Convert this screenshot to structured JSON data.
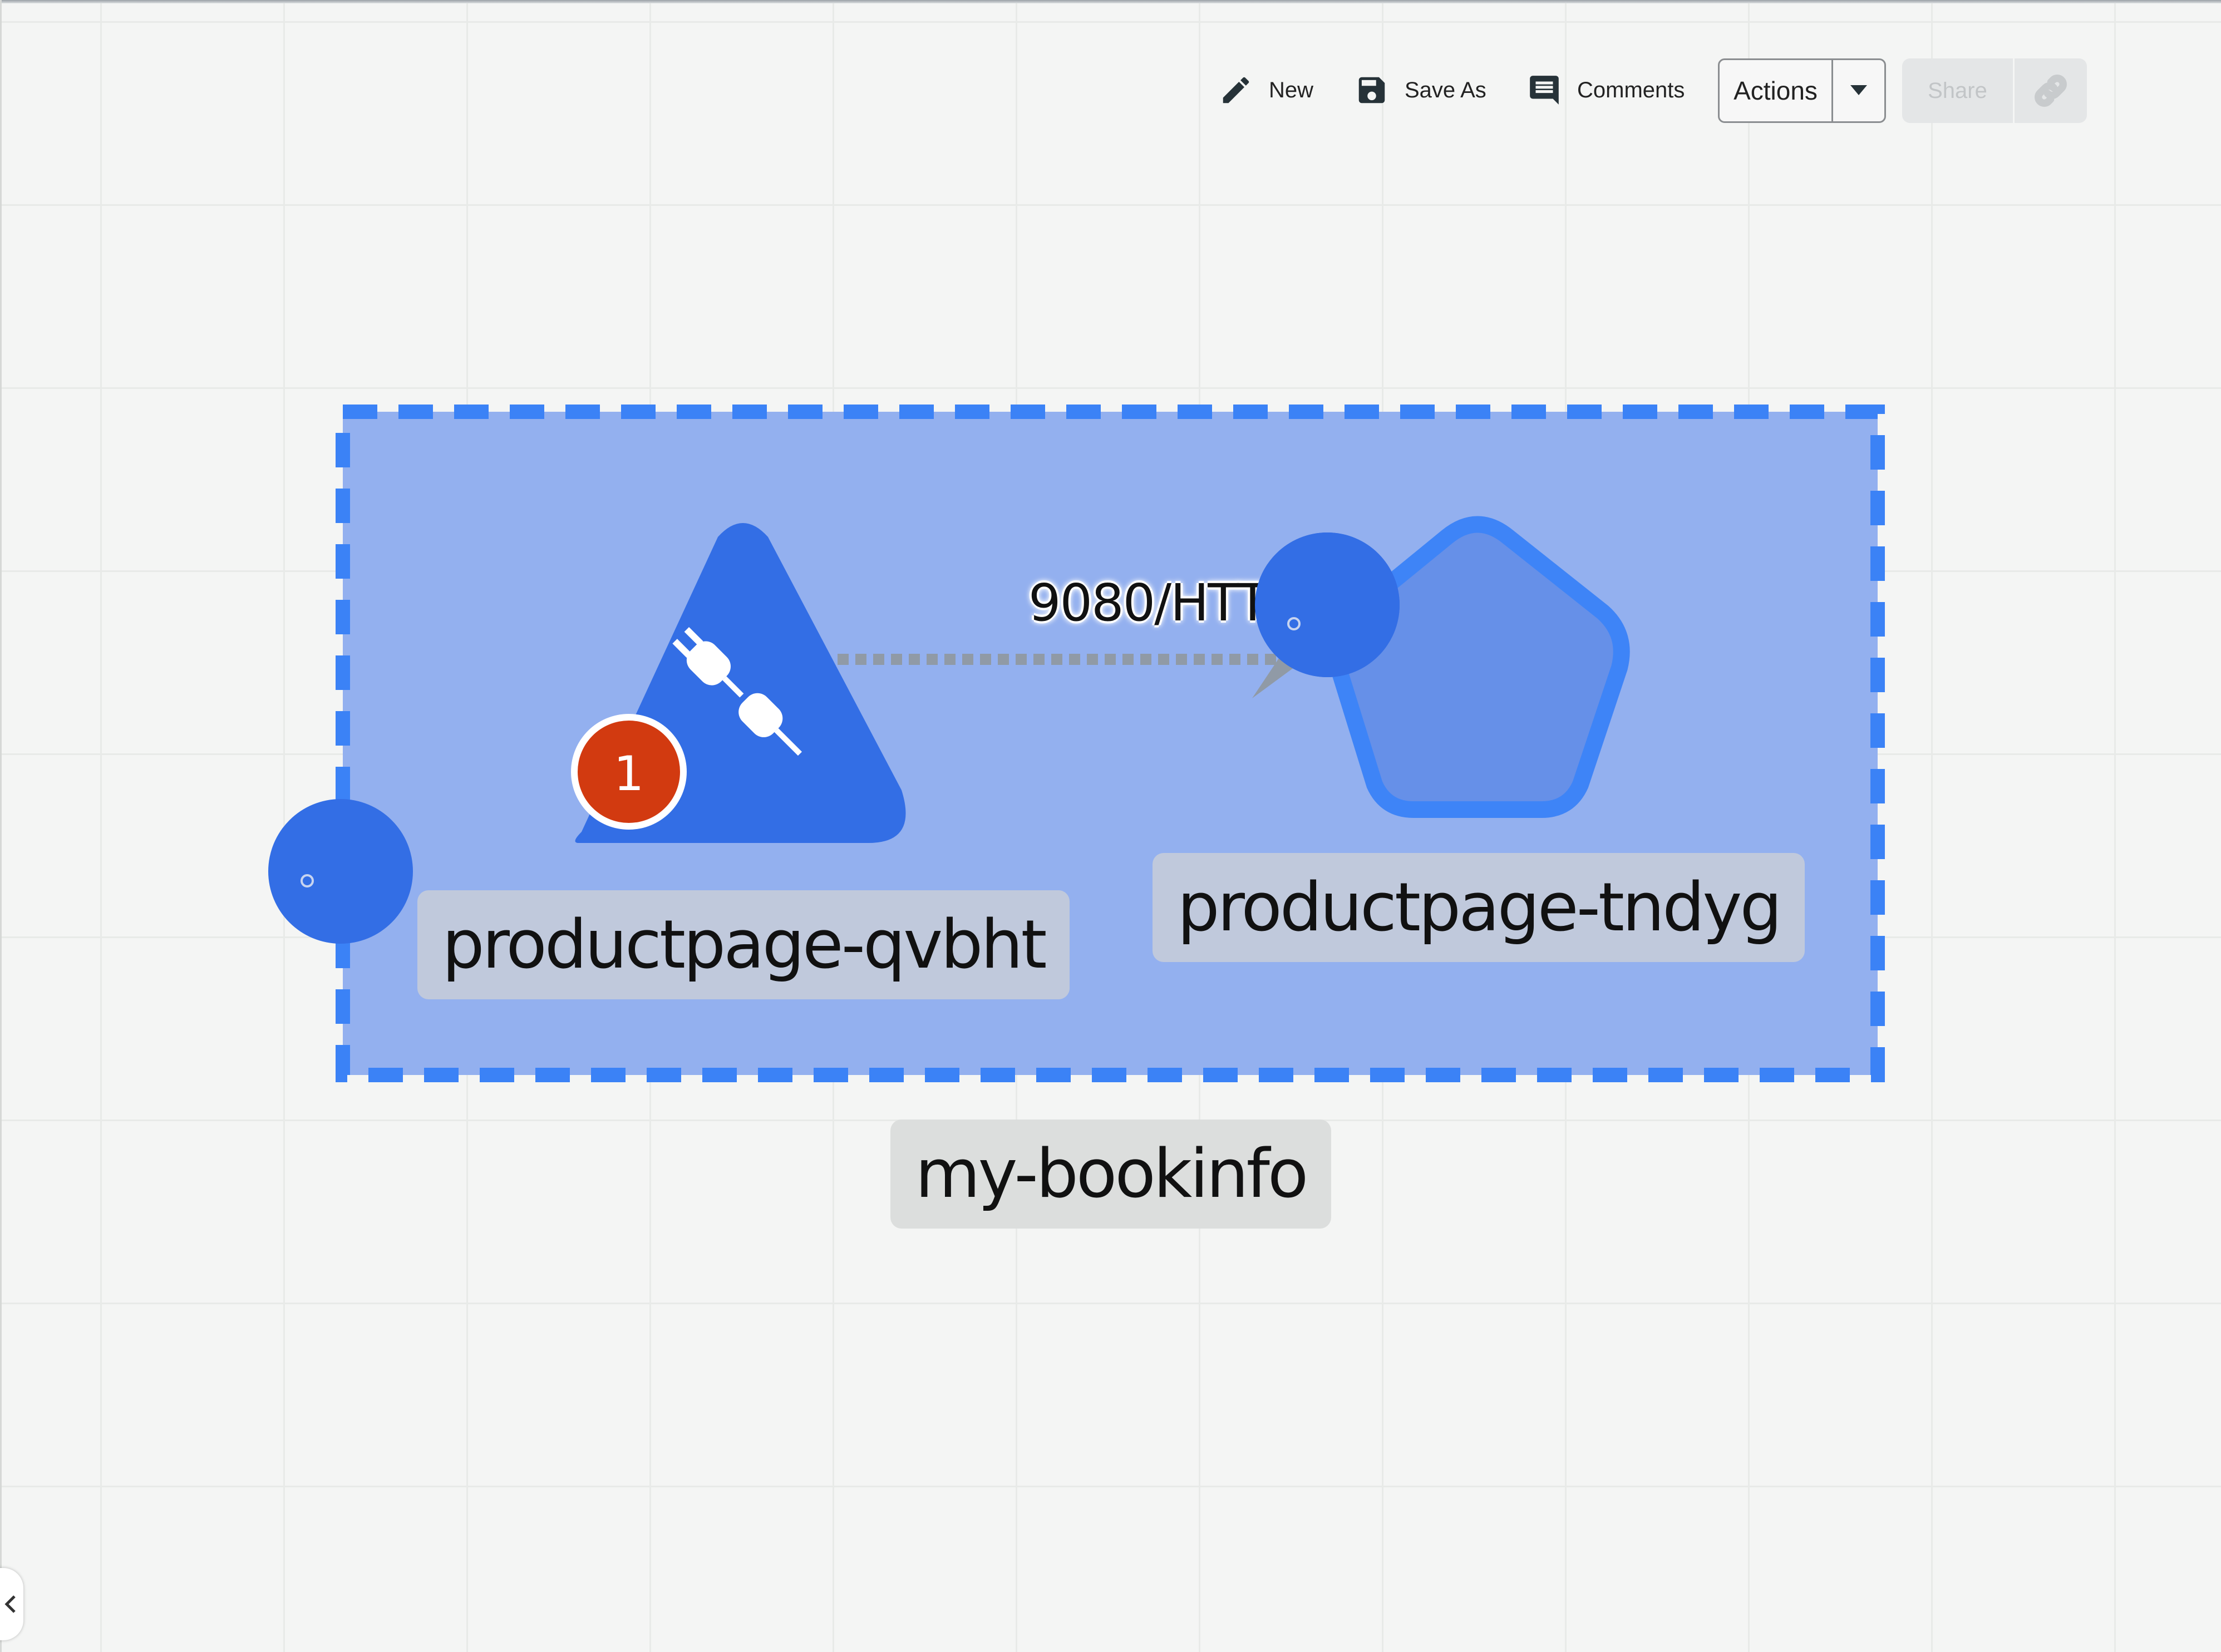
{
  "toolbar": {
    "new_label": "New",
    "save_as_label": "Save As",
    "comments_label": "Comments",
    "actions_label": "Actions",
    "share_label": "Share",
    "icons": {
      "new": "pencil-icon",
      "save_as": "floppy-disk-icon",
      "comments": "comment-icon",
      "actions_dropdown": "caret-down-icon",
      "share_link": "link-icon"
    }
  },
  "graph": {
    "namespace": {
      "label": "my-bookinfo"
    },
    "nodes": [
      {
        "label": "productpage-qvbht",
        "shape": "triangle",
        "icon": "plug-icon",
        "badge_count": "1"
      },
      {
        "label": "productpage-tndyg",
        "shape": "pentagon"
      }
    ],
    "edge": {
      "label": "9080/HTT"
    },
    "colors": {
      "group_fill": "#93b0ef",
      "group_border": "#3b82f6",
      "node_fill": "#336ee5",
      "pentagon_fill": "#6690e8",
      "pentagon_stroke": "#3e84f7",
      "badge": "#d23a10",
      "label_bg": "#c0c9dc",
      "namespace_label_bg": "#dcdedd"
    }
  },
  "sidebar_toggle": {
    "icon": "chevron-left-icon"
  }
}
